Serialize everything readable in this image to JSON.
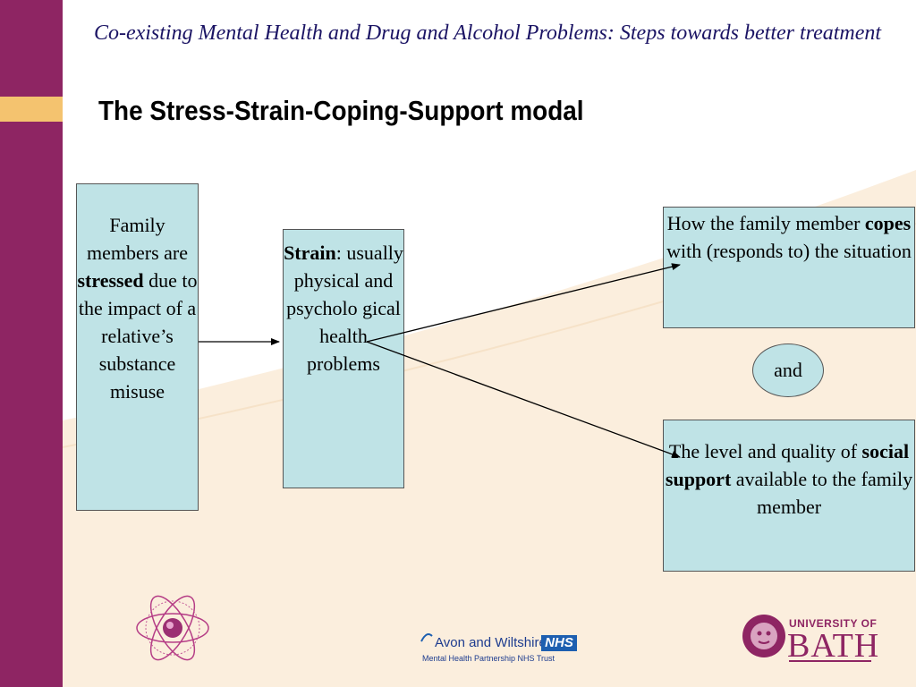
{
  "header": {
    "subtitle": "Co-existing Mental Health and Drug and Alcohol Problems: Steps towards better treatment",
    "title": "The Stress-Strain-Coping-Support modal"
  },
  "diagram": {
    "stress": {
      "before": "Family members are ",
      "bold": "stressed",
      "after": " due to the impact of a relative’s substance misuse"
    },
    "strain": {
      "bold": "Strain",
      "after": ": usually physical and psycholo gical health problems"
    },
    "coping": {
      "before": "How the family member ",
      "bold": "copes",
      "after": " with (responds to) the situation"
    },
    "and_label": "and",
    "support": {
      "before": "The level and quality of ",
      "bold": "social support",
      "after": " available to the family member"
    }
  },
  "footer": {
    "nhs_name": "Avon and Wiltshire",
    "nhs_badge": "NHS",
    "nhs_trust": "Mental Health Partnership NHS Trust",
    "university_prefix": "UNIVERSITY OF",
    "university_name": "BATH"
  },
  "colors": {
    "sidebar": "#8e2563",
    "stripe": "#f4c36f",
    "box_fill": "#bfe3e6",
    "wave": "#fbeedd"
  }
}
